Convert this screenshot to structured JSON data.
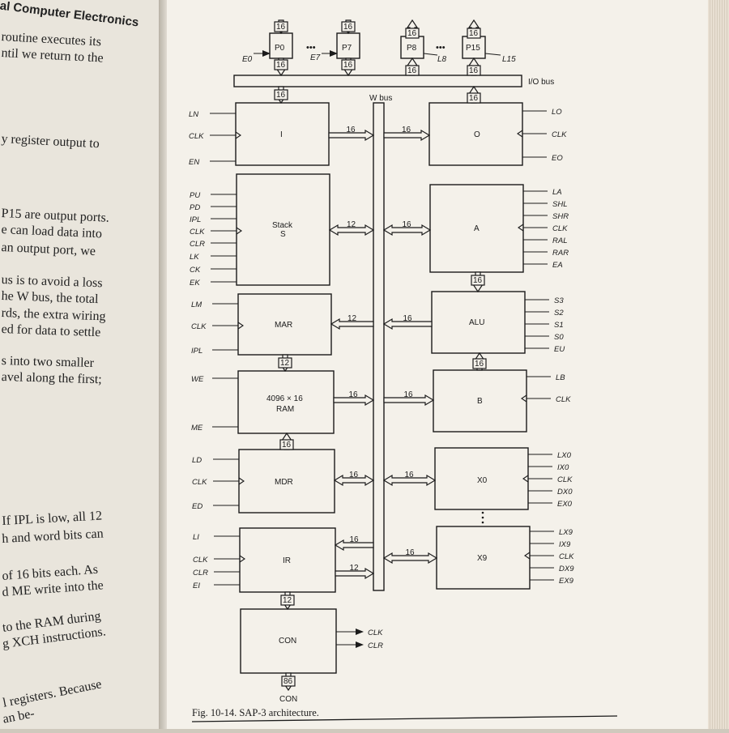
{
  "left_page": {
    "running_head": "tal Computer Electronics",
    "lines": [
      "routine executes its",
      "ntil we return to the",
      "y register output to",
      "P15 are output ports.",
      "e can load data into",
      "an output port, we",
      "us is to avoid a loss",
      "he W bus, the total",
      "rds, the extra wiring",
      "ed for data to settle",
      "s into two smaller",
      "avel along the first;",
      "If IPL is low, all 12",
      "h and word bits can",
      "of 16 bits each. As",
      "d ME write into the",
      "to the RAM during",
      "g XCH instructions.",
      "l registers. Because",
      "an be-"
    ]
  },
  "figure": {
    "caption": "Fig. 10-14.   SAP-3 architecture.",
    "bus_labels": {
      "io_bus": "I/O bus",
      "w_bus": "W bus"
    },
    "ports": {
      "p0": "P0",
      "p7": "P7",
      "p8": "P8",
      "p15": "P15",
      "e0": "E0",
      "e7": "E7",
      "l8": "L8",
      "l15": "L15",
      "ellipsis": "•••",
      "width": "16"
    },
    "blocks": {
      "i": "I",
      "o": "O",
      "stack": "Stack",
      "stack_sub": "S",
      "a": "A",
      "mar": "MAR",
      "alu": "ALU",
      "ram": "4096 × 16",
      "ram_sub": "RAM",
      "b": "B",
      "mdr": "MDR",
      "x0": "X0",
      "ir": "IR",
      "x9": "X9",
      "con": "CON"
    },
    "bus_widths": {
      "i_to_w": "16",
      "w_to_o": "16",
      "stack_w": "12",
      "w_a": "16",
      "a_alu": "16",
      "mar_in": "12",
      "w_alu": "16",
      "mar_ram": "12",
      "alu_b": "16",
      "ram_w": "16",
      "w_b": "16",
      "mdr_ram": "16",
      "mdr_w": "16",
      "w_x0": "16",
      "ir_16": "16",
      "ir_12": "12",
      "w_x9": "16",
      "ir_con": "12",
      "con_out": "86",
      "io_to_i": "16",
      "o_to_io": "16"
    },
    "control": {
      "i": [
        "LN",
        "CLK",
        "EN"
      ],
      "o": [
        "LO",
        "CLK",
        "EO"
      ],
      "stack": [
        "PU",
        "PD",
        "IPL",
        "CLK",
        "CLR",
        "LK",
        "CK",
        "EK"
      ],
      "a": [
        "LA",
        "SHL",
        "SHR",
        "CLK",
        "RAL",
        "RAR",
        "EA"
      ],
      "mar": [
        "LM",
        "CLK",
        "IPL"
      ],
      "alu": [
        "S3",
        "S2",
        "S1",
        "S0",
        "EU"
      ],
      "ram": [
        "WE",
        "ME"
      ],
      "b": [
        "LB",
        "CLK"
      ],
      "mdr": [
        "LD",
        "CLK",
        "ED"
      ],
      "x0": [
        "LX0",
        "IX0",
        "CLK",
        "DX0",
        "EX0"
      ],
      "ir": [
        "LI",
        "CLK",
        "CLR",
        "EI"
      ],
      "x9": [
        "LX9",
        "IX9",
        "CLK",
        "DX9",
        "EX9"
      ],
      "con_out": [
        "CLK",
        "CLR"
      ],
      "con_bottom": "CON"
    },
    "colors": {
      "ink": "#1b1b1b",
      "paper": "#f4f1ea"
    }
  }
}
